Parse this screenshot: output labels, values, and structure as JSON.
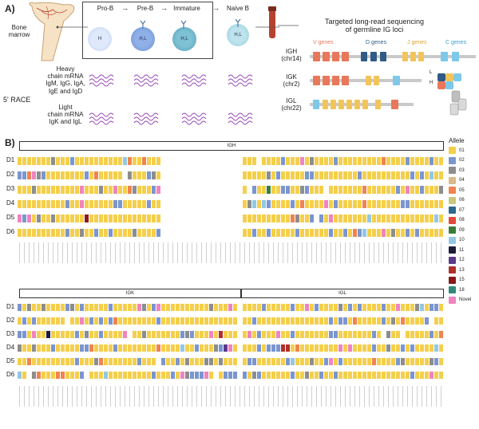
{
  "panelA": {
    "label": "A)",
    "tissue": "Bone\nmarrow",
    "method": "5' RACE",
    "stages": [
      "Pro-B",
      "Pre-B",
      "Immature",
      "Naive B"
    ],
    "cell_labels": [
      "H",
      "H,L",
      "H,L",
      "H,L"
    ],
    "heavy_chain": "Heavy\nchain mRNA\nIgM, IgG, IgA,\nIgE and IgD",
    "light_chain": "Light\nchain mRNA\nIgK and IgL",
    "targeted": "Targeted long-read sequencing\nof germline IG loci",
    "loci": [
      {
        "name": "IGH\n(chr14)"
      },
      {
        "name": "IGK\n(chr2)"
      },
      {
        "name": "IGL\n(chr22)"
      }
    ],
    "gene_groups": [
      {
        "label": "V genes",
        "color": "#e8785a"
      },
      {
        "label": "D genes",
        "color": "#2f5b86"
      },
      {
        "label": "J genes",
        "color": "#f2c45a"
      },
      {
        "label": "C genes",
        "color": "#7ec8ea"
      }
    ],
    "antibody_labels": [
      "L",
      "H"
    ]
  },
  "panelB": {
    "label": "B)",
    "igh_title": "IGH",
    "igk_title": "IGK",
    "igl_title": "IGL",
    "donors": [
      "D1",
      "D2",
      "D3",
      "D4",
      "D5",
      "D6"
    ],
    "legend_title": "Allele",
    "legend": [
      {
        "label": "01",
        "color": "#f5cf4b"
      },
      {
        "label": "02",
        "color": "#7b96cf"
      },
      {
        "label": "03",
        "color": "#8d8d8d"
      },
      {
        "label": "04",
        "color": "#d7b98a"
      },
      {
        "label": "05",
        "color": "#f0834f"
      },
      {
        "label": "06",
        "color": "#c9c97d"
      },
      {
        "label": "07",
        "color": "#2a6a8f"
      },
      {
        "label": "08",
        "color": "#e24a3b"
      },
      {
        "label": "09",
        "color": "#3a7d3a"
      },
      {
        "label": "10",
        "color": "#92c8e4"
      },
      {
        "label": "11",
        "color": "#1d1d3a"
      },
      {
        "label": "12",
        "color": "#5a3a8a"
      },
      {
        "label": "13",
        "color": "#b0302a"
      },
      {
        "label": "15",
        "color": "#8a1a1a"
      },
      {
        "label": "18",
        "color": "#2f8a7a"
      },
      {
        "label": "Novel",
        "color": "#ef84c0"
      }
    ]
  }
}
